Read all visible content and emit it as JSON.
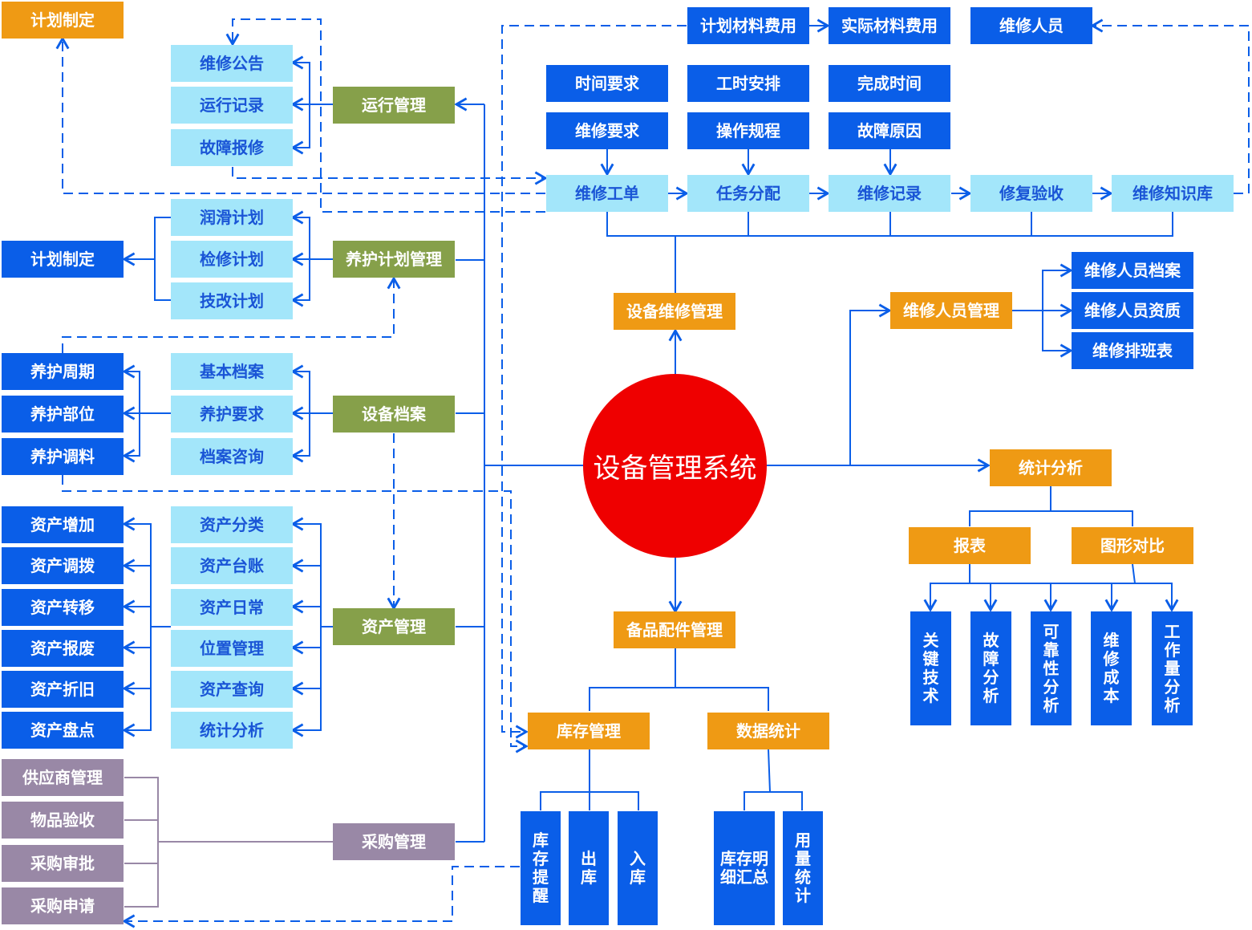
{
  "center": "设备管理系统",
  "top_left": {
    "plan_make": "计划制定"
  },
  "run_mgmt": {
    "label": "运行管理",
    "items": [
      "维修公告",
      "运行记录",
      "故障报修"
    ]
  },
  "maint_plan": {
    "label": "养护计划管理",
    "items": [
      "润滑计划",
      "检修计划",
      "技改计划"
    ],
    "target": "计划制定"
  },
  "archive": {
    "label": "设备档案",
    "items": [
      "基本档案",
      "养护要求",
      "档案咨询"
    ],
    "left": [
      "养护周期",
      "养护部位",
      "养护调料"
    ]
  },
  "asset": {
    "label": "资产管理",
    "items": [
      "资产分类",
      "资产台账",
      "资产日常",
      "位置管理",
      "资产查询",
      "统计分析"
    ],
    "left": [
      "资产增加",
      "资产调拨",
      "资产转移",
      "资产报废",
      "资产折旧",
      "资产盘点"
    ]
  },
  "purchase": {
    "label": "采购管理",
    "left": [
      "供应商管理",
      "物品验收",
      "采购审批",
      "采购申请"
    ]
  },
  "repair": {
    "label": "设备维修管理",
    "costs": [
      "计划材料费用",
      "实际材料费用",
      "维修人员"
    ],
    "req_row1": [
      "时间要求",
      "工时安排",
      "完成时间"
    ],
    "req_row2": [
      "维修要求",
      "操作规程",
      "故障原因"
    ],
    "flow": [
      "维修工单",
      "任务分配",
      "维修记录",
      "修复验收",
      "维修知识库"
    ]
  },
  "staff": {
    "label": "维修人员管理",
    "items": [
      "维修人员档案",
      "维修人员资质",
      "维修排班表"
    ]
  },
  "stats": {
    "label": "统计分析",
    "report": "报表",
    "compare": "图形对比",
    "leaves": [
      [
        "关",
        "键",
        "技",
        "术"
      ],
      [
        "故",
        "障",
        "分",
        "析"
      ],
      [
        "可",
        "靠",
        "性",
        "分",
        "析"
      ],
      [
        "维",
        "修",
        "成",
        "本"
      ],
      [
        "工",
        "作",
        "量",
        "分",
        "析"
      ]
    ]
  },
  "spare": {
    "label": "备品配件管理",
    "inventory": "库存管理",
    "datastats": "数据统计",
    "inv_leaves": [
      [
        "库",
        "存",
        "提",
        "醒"
      ],
      [
        "出",
        "库"
      ],
      [
        "入",
        "库"
      ]
    ],
    "detail": [
      "库存明",
      "细汇总"
    ],
    "usage": [
      "用",
      "量",
      "统",
      "计"
    ]
  },
  "colors": {
    "blue": "#0a5ee8",
    "cyan": "#a3e6fa",
    "green": "#86a04a",
    "orange": "#ef9a14",
    "gray": "#9988a6",
    "red": "#ef0000"
  }
}
